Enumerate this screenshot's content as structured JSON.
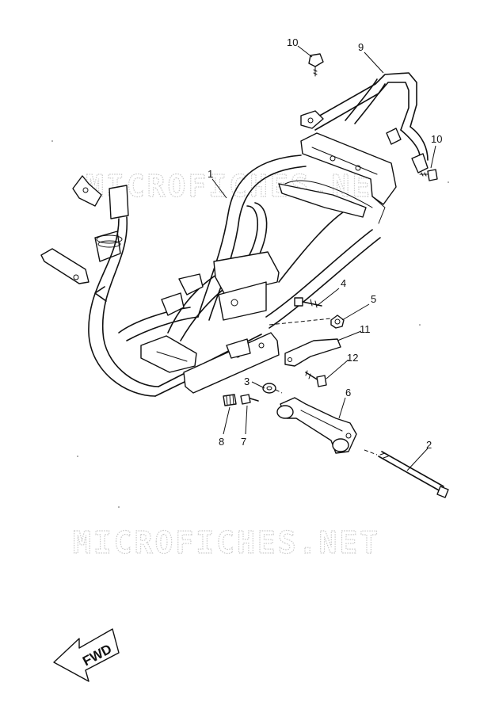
{
  "watermark": {
    "top_text": "MICROFICHES.NET",
    "bottom_text": "MICROFICHES.NET"
  },
  "callouts": [
    "1",
    "2",
    "3",
    "4",
    "5",
    "6",
    "7",
    "8",
    "9",
    "10",
    "10",
    "11",
    "12"
  ],
  "direction_badge": {
    "text": "FWD"
  }
}
